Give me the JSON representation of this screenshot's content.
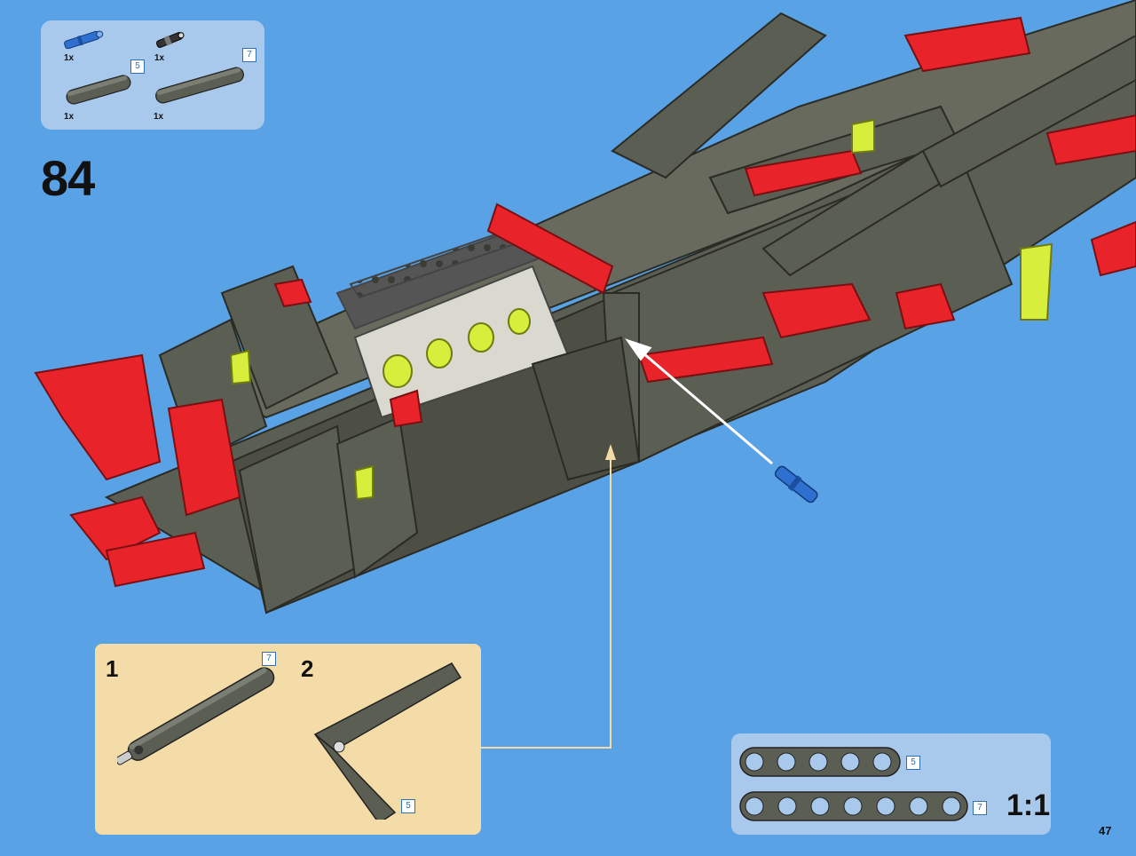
{
  "parts_list": {
    "items": [
      {
        "icon": "blue-axle-pin-icon",
        "qty": "1x",
        "length": ""
      },
      {
        "icon": "black-pin-icon",
        "qty": "1x",
        "length": ""
      },
      {
        "icon": "black-beam-5-icon",
        "qty": "1x",
        "length": "5"
      },
      {
        "icon": "black-beam-7-icon",
        "qty": "1x",
        "length": "7"
      }
    ]
  },
  "step": {
    "number": "84"
  },
  "sub_assembly": {
    "steps": [
      {
        "number": "1",
        "length": "7"
      },
      {
        "number": "2",
        "length": "5"
      }
    ]
  },
  "scale_reference": {
    "beams": [
      {
        "length": "5"
      },
      {
        "length": "7"
      }
    ],
    "label": "1:1"
  },
  "page": {
    "number": "47"
  },
  "colors": {
    "background": "#5aa2e6",
    "panel_blue": "#a9c9ec",
    "panel_tan": "#f4dca8",
    "beam_dark": "#5b5e52",
    "accent_red": "#e8242a",
    "accent_lime": "#d7ef3c",
    "pin_blue": "#2f6fd0"
  }
}
